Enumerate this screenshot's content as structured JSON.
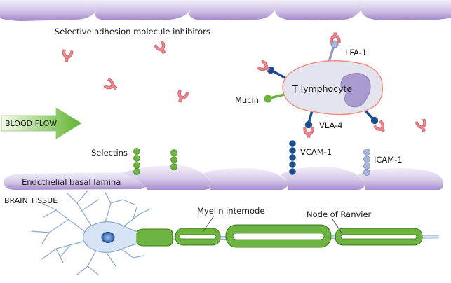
{
  "labels": {
    "inhibitors": "Selective adhesion molecule inhibitors",
    "lfa1": "LFA-1",
    "t_lymphocyte": "T lymphocyte",
    "mucin": "Mucin",
    "vla4": "VLA-4",
    "blood_flow": "BLOOD FLOW",
    "selectins": "Selectins",
    "vcam1": "VCAM-1",
    "icam1": "ICAM-1",
    "basal_lamina": "Endothelial basal lamina",
    "brain_tissue": "BRAIN TISSUE",
    "myelin": "Myelin internode",
    "ranvier": "Node of Ranvier"
  },
  "colors": {
    "endothelium_light": "#e9e1f3",
    "endothelium_dark": "#a58cc9",
    "inhibitor": "#e88a90",
    "vla4_vcam": "#1f4e8c",
    "lfa_icam": "#a9b6d8",
    "mucin_selectin": "#6cb33f",
    "t_cell": "#e4e4ee",
    "t_cell_outline": "#f08a78",
    "nucleus": "#a99bd0",
    "arrow": "#62b52f",
    "neuron": "#d5e3f4",
    "neuron_outline": "#8aa7cc",
    "myelin": "#6cb33f"
  }
}
